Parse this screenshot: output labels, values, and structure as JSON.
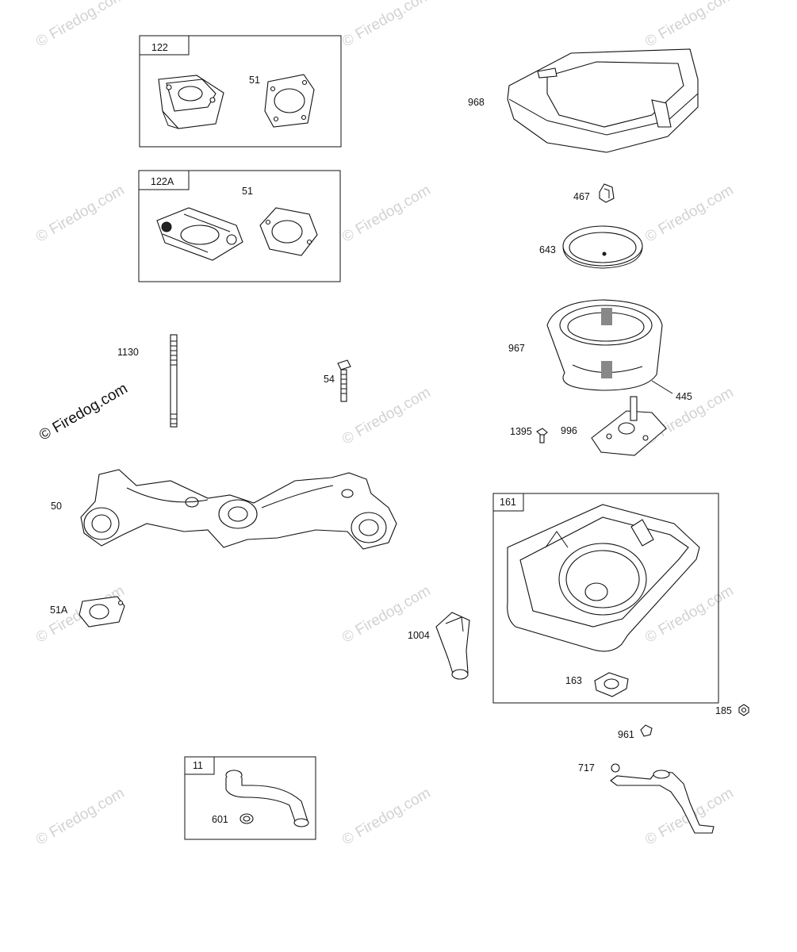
{
  "watermark": "© Firedog.com",
  "callouts": {
    "p122": "122",
    "p122_51": "51",
    "p122a": "122A",
    "p122a_51": "51",
    "p1130": "1130",
    "p54": "54",
    "p50": "50",
    "p51a": "51A",
    "p11": "11",
    "p601": "601",
    "p968": "968",
    "p467": "467",
    "p643": "643",
    "p967": "967",
    "p445": "445",
    "p1395": "1395",
    "p996": "996",
    "p161": "161",
    "p163": "163",
    "p1004": "1004",
    "p185": "185",
    "p961": "961",
    "p717": "717"
  },
  "icons": [
    "gasket",
    "spacer",
    "stud",
    "bolt",
    "manifold",
    "breather-tube",
    "clamp",
    "air-cleaner-cover",
    "knob",
    "pre-cleaner",
    "air-filter",
    "base-plate",
    "air-cleaner-base",
    "elbow",
    "nut",
    "screw",
    "bracket"
  ]
}
